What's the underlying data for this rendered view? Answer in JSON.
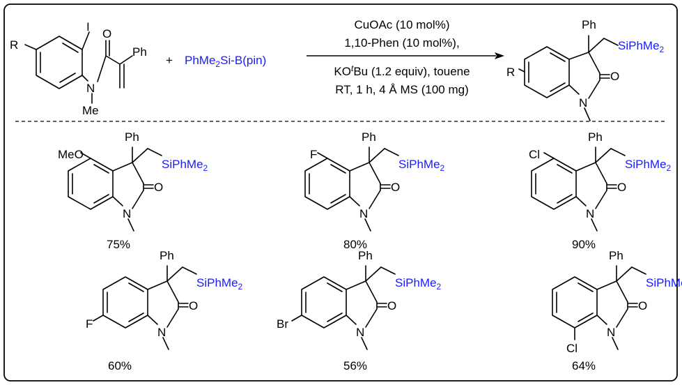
{
  "reaction": {
    "reactant1": {
      "r": "R",
      "i": "I",
      "o": "O",
      "n": "N",
      "me": "Me",
      "ph": "Ph"
    },
    "plus": "+",
    "reagent_blue": {
      "prefix": "PhMe",
      "sub": "2",
      "suffix": "Si-B(pin)"
    },
    "conditions": {
      "line1": "CuOAc (10 mol%)",
      "line2": "1,10-Phen (10 mol%),",
      "line3_pre": "KO",
      "line3_sup": "t",
      "line3_post": "Bu (1.2 equiv), touene",
      "line4": "RT,  1 h, 4 Å MS (100 mg)"
    },
    "product": {
      "r": "R",
      "ph": "Ph",
      "si_label": "SiPhMe",
      "si_sub": "2",
      "o": "O",
      "n": "N"
    }
  },
  "examples": [
    {
      "substituent": "MeO",
      "yield": "75%"
    },
    {
      "substituent": "F",
      "yield": "80%"
    },
    {
      "substituent": "Cl",
      "yield": "90%"
    },
    {
      "substituent": "F",
      "yield": "60%"
    },
    {
      "substituent": "Br",
      "yield": "56%"
    },
    {
      "substituent": "Cl",
      "yield": "64%"
    }
  ],
  "common": {
    "ph": "Ph",
    "si_label": "SiPhMe",
    "si_sub": "2",
    "o": "O",
    "n": "N"
  },
  "colors": {
    "silyl": "#1a1aff",
    "frame": "#000000"
  }
}
